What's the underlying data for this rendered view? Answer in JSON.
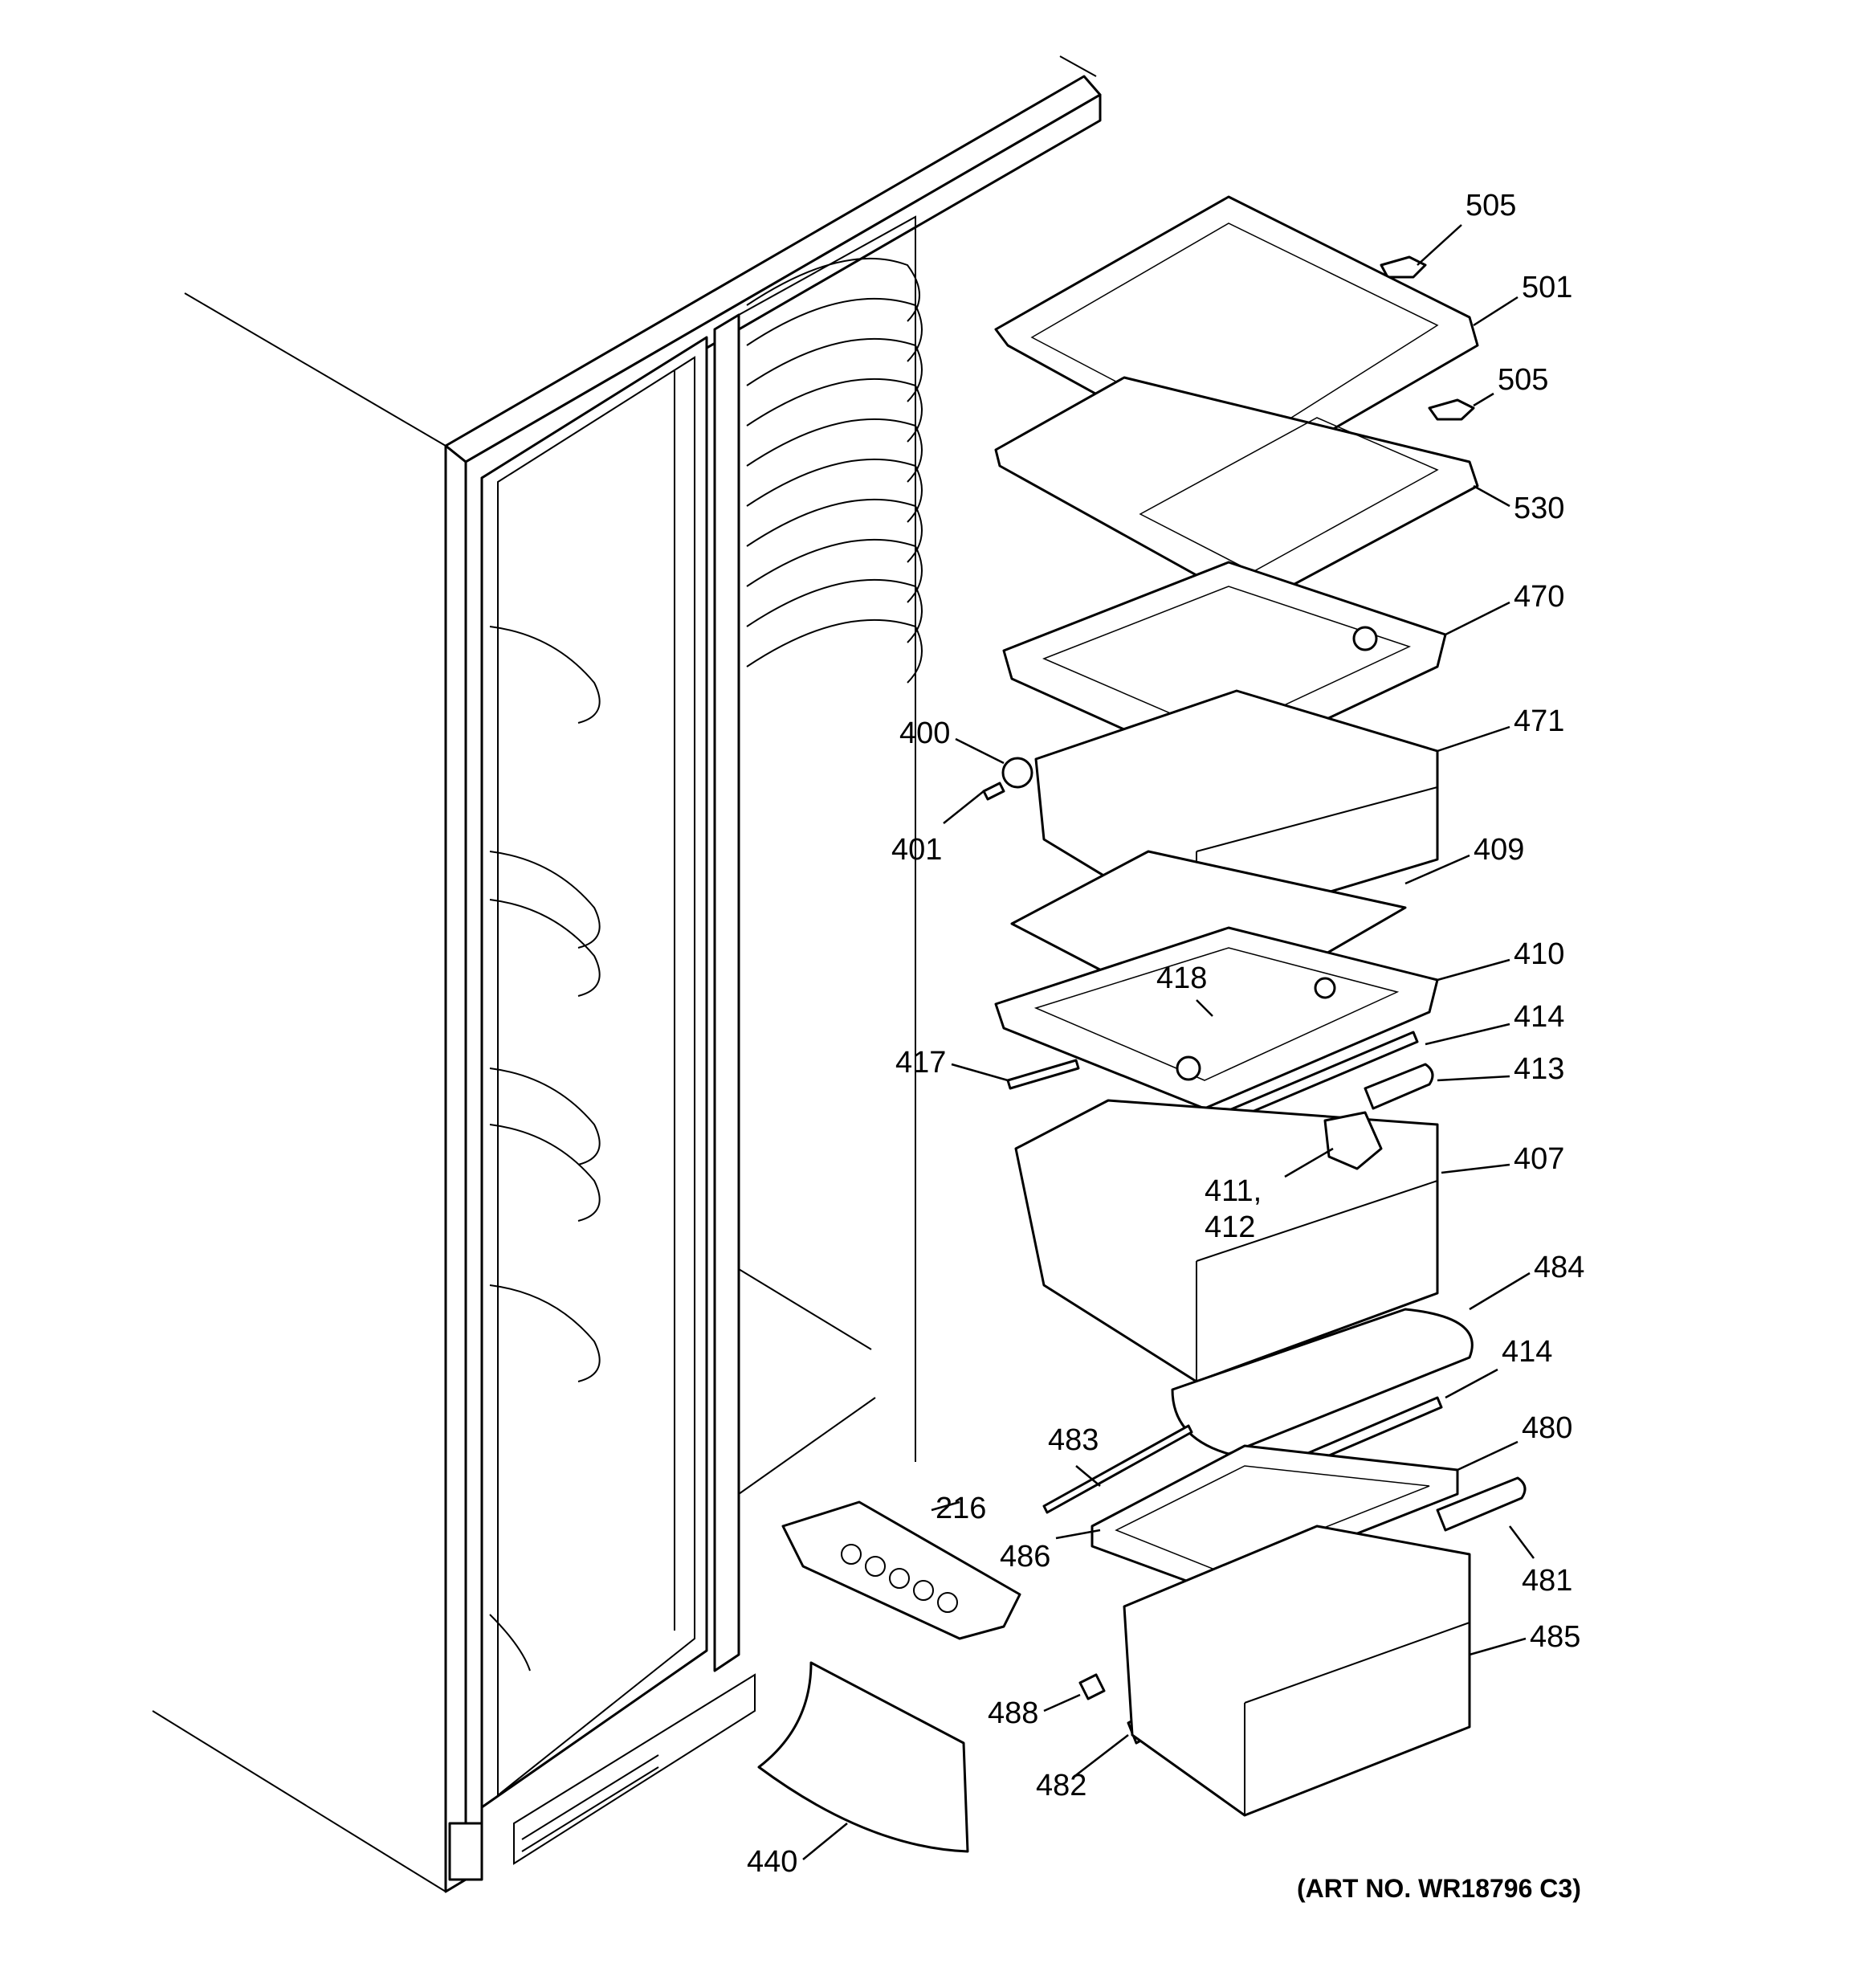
{
  "diagram": {
    "art_number": "(ART NO. WR18796 C3)",
    "callouts": [
      {
        "id": "505a",
        "label": "505"
      },
      {
        "id": "501",
        "label": "501"
      },
      {
        "id": "505b",
        "label": "505"
      },
      {
        "id": "530",
        "label": "530"
      },
      {
        "id": "470",
        "label": "470"
      },
      {
        "id": "471",
        "label": "471"
      },
      {
        "id": "400",
        "label": "400"
      },
      {
        "id": "401",
        "label": "401"
      },
      {
        "id": "409",
        "label": "409"
      },
      {
        "id": "418",
        "label": "418"
      },
      {
        "id": "410",
        "label": "410"
      },
      {
        "id": "414a",
        "label": "414"
      },
      {
        "id": "417",
        "label": "417"
      },
      {
        "id": "413",
        "label": "413"
      },
      {
        "id": "407",
        "label": "407"
      },
      {
        "id": "411",
        "label": "411,"
      },
      {
        "id": "412",
        "label": "412"
      },
      {
        "id": "484",
        "label": "484"
      },
      {
        "id": "414b",
        "label": "414"
      },
      {
        "id": "483",
        "label": "483"
      },
      {
        "id": "480",
        "label": "480"
      },
      {
        "id": "216",
        "label": "216"
      },
      {
        "id": "486",
        "label": "486"
      },
      {
        "id": "481",
        "label": "481"
      },
      {
        "id": "485",
        "label": "485"
      },
      {
        "id": "488",
        "label": "488"
      },
      {
        "id": "482",
        "label": "482"
      },
      {
        "id": "440",
        "label": "440"
      }
    ]
  }
}
